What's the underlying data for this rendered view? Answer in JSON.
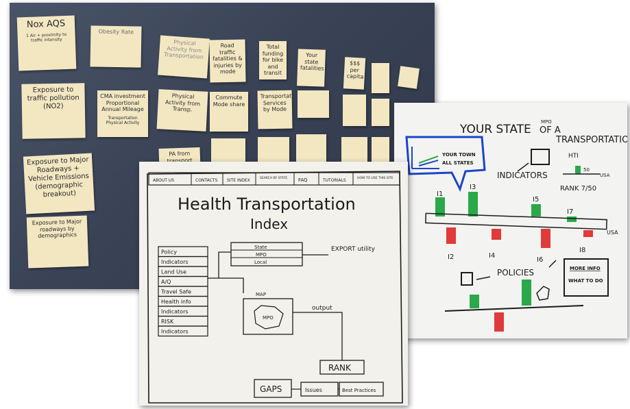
{
  "wall": {
    "notes": [
      {
        "text": "Nox AQS",
        "sub": "1 Air + proximity to traffic intensity"
      },
      {
        "text": "Obesity Rate",
        "sub": ""
      },
      {
        "text": "Physical Activity from Transportation",
        "sub": ""
      },
      {
        "text": "Road traffic fatalities & injuries by mode",
        "sub": ""
      },
      {
        "text": "Total funding for bike and transit",
        "sub": ""
      },
      {
        "text": "Your state fatalities",
        "sub": ""
      },
      {
        "text": "$$$ per capita",
        "sub": ""
      },
      {
        "text": "Exposure to traffic pollution (NO2)",
        "sub": ""
      },
      {
        "text": "CMA investment Proportional Annual Mileage",
        "sub": "Transportation Physical Activity"
      },
      {
        "text": "Physical Activity from Transp.",
        "sub": ""
      },
      {
        "text": "Commute Mode share",
        "sub": ""
      },
      {
        "text": "Transportation Services by Mode",
        "sub": ""
      },
      {
        "text": "Exposure to Major Roadways + Vehicle Emissions (demographic breakout)",
        "sub": ""
      },
      {
        "text": "Exposure to Major roadways by demographics",
        "sub": ""
      },
      {
        "text": "PA from transport",
        "sub": ""
      }
    ]
  },
  "hti_sheet": {
    "tabs": [
      "ABOUT US",
      "CONTACTS",
      "SITE INDEX",
      "SEARCH BY STATE",
      "FAQ",
      "TUTORIALS",
      "HOW TO USE THIS SITE"
    ],
    "title_line1": "Health Transportation",
    "title_line2": "Index",
    "menu_items": [
      "Policy",
      "Indicators",
      "Land Use",
      "A/Q",
      "Travel Safe",
      "Health info",
      "Indicators",
      "RISK",
      "Indicators"
    ],
    "geo_options": [
      "State",
      "MPO",
      "Local"
    ],
    "export_label": "EXPORT utility",
    "map_label": "MAP",
    "map_region_label": "MPO",
    "output_label": "output",
    "rank_label": "RANK",
    "gaps_label": "GAPS",
    "issues_label": "Issues",
    "best_practices_label": "Best Practices"
  },
  "state_sheet": {
    "title_start": "YOUR STATE",
    "title_overline": "MPO",
    "title_middle": "OF A",
    "title_end": "TRANSPORTATION",
    "legend": [
      "YOUR TOWN",
      "ALL STATES"
    ],
    "hti_label": "HTI",
    "hti_value": "50",
    "usa_label": "USA",
    "indicators_label": "INDICATORS",
    "rank_label": "RANK 7/50",
    "indicator_labels_top": [
      "I1",
      "I3",
      "I5",
      "I7"
    ],
    "indicator_labels_bottom": [
      "I2",
      "I4",
      "I6",
      "I8"
    ],
    "policies_label": "POLICIES",
    "more_info_label": "MORE INFO",
    "what_to_do_label": "WHAT TO DO",
    "colors": {
      "good": "#2aa84a",
      "bad": "#e03a3a",
      "legend_line": "#1a44c8"
    }
  }
}
